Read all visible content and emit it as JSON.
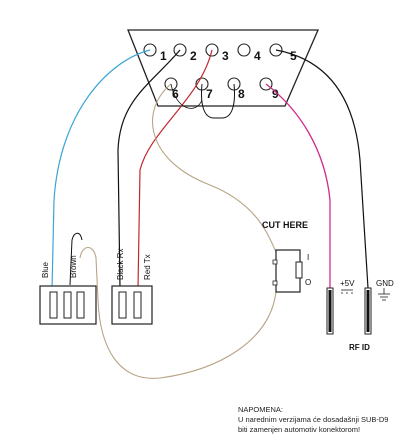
{
  "connector": {
    "pins_top": [
      "1",
      "2",
      "3",
      "4",
      "5"
    ],
    "pins_bottom": [
      "6",
      "7",
      "8",
      "9"
    ]
  },
  "wire_labels": {
    "blue": "Blue",
    "brown": "Brown",
    "black_rx": "Black Rx",
    "red_tx": "Red Tx"
  },
  "cut_here": "CUT HERE",
  "switch": {
    "label_on": "I",
    "label_off": "O"
  },
  "power": {
    "plus": "+5V",
    "gnd": "GND"
  },
  "rf_id": "RF ID",
  "note": {
    "title": "NAPOMENA:",
    "line1": "U narednim verzijama će dosadašnji SUB-D9",
    "line2": "biti zamenjen automotiv konektorom!"
  },
  "colors": {
    "blue_wire": "#3aa6d8",
    "red_wire": "#c0282c",
    "magenta_wire": "#d12c8a",
    "tan_wire": "#b8a486",
    "black_wire": "#111111"
  }
}
